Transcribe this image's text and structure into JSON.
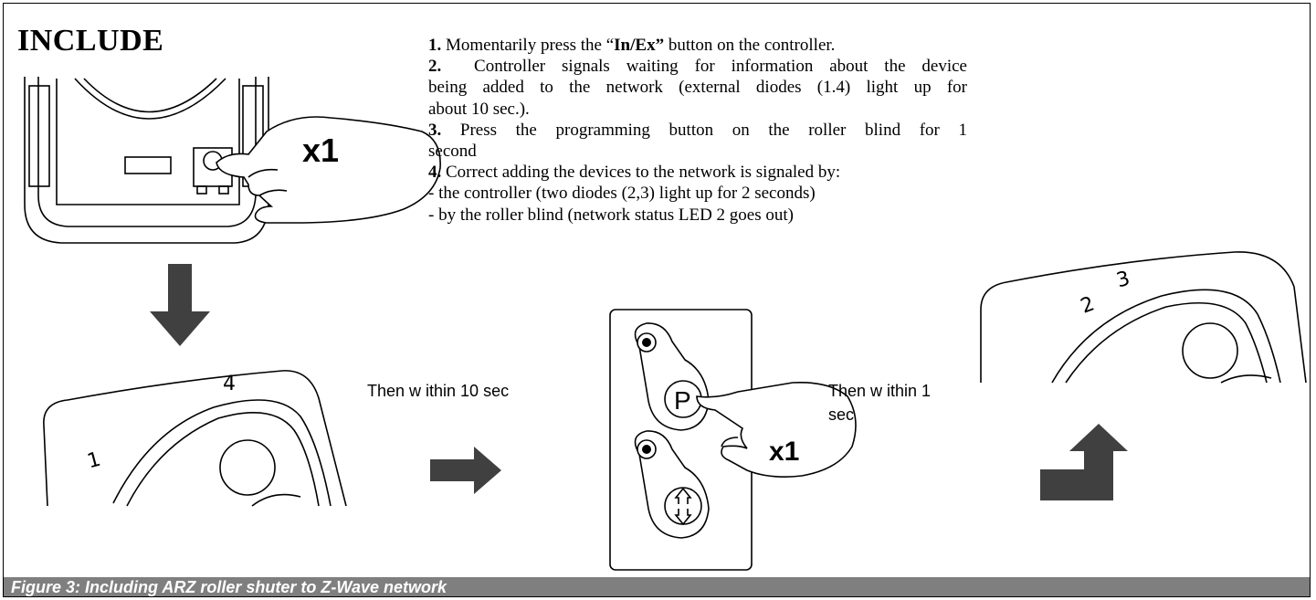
{
  "heading": "INCLUDE",
  "steps": [
    {
      "num": "1.",
      "pre": " Momentarily press the “",
      "bold": "In/Ex”",
      "post": " button on the controller."
    },
    {
      "num": "2.",
      "lines": [
        "Controller signals waiting for information about the device",
        "being added to the network (external diodes (1.4) light up for",
        "about 10 sec.)."
      ]
    },
    {
      "num": "3.",
      "lines": [
        "Press the programming button on the roller blind for 1",
        "second"
      ]
    },
    {
      "num": "4.",
      "lines": [
        "Correct adding the devices to the network is signaled by:"
      ]
    }
  ],
  "bullets": [
    "- the controller (two diodes (2,3) light up for 2 seconds)",
    "- by the roller blind (network status LED 2 goes out)"
  ],
  "labels": {
    "then_10": "Then w ithin 10 sec",
    "then_1_line1": "Then w ithin 1",
    "then_1_line2": "sec",
    "x1_top": "x1",
    "x1_mid": "x1"
  },
  "diodes": {
    "d4": "4",
    "d1": "1",
    "d2": "2",
    "d3": "3"
  },
  "caption": "Figure 3: Including ARZ roller shuter to Z-Wave network",
  "icons": [
    "press-hand-icon",
    "down-arrow-icon",
    "right-arrow-icon",
    "up-turn-arrow-icon",
    "program-p-icon",
    "up-down-arrows-icon"
  ]
}
